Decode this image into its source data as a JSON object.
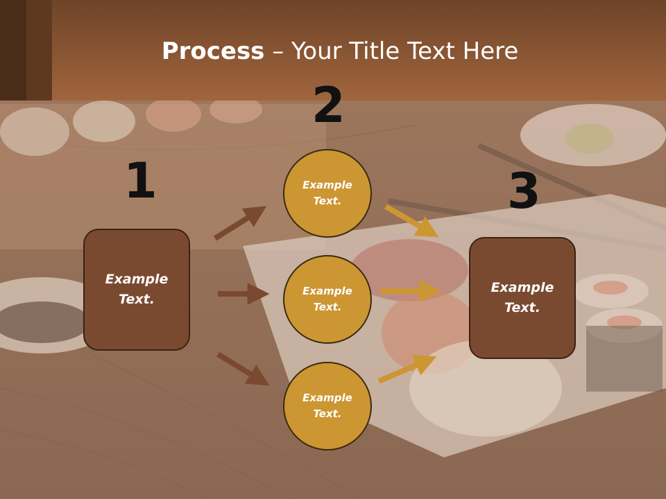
{
  "title": {
    "bold": "Process",
    "rest": " – Your Title Text Here"
  },
  "numbers": [
    "1",
    "2",
    "3"
  ],
  "left_box": {
    "text_line1": "Example",
    "text_line2": "Text."
  },
  "right_box": {
    "text_line1": "Example",
    "text_line2": "Text."
  },
  "circles": [
    {
      "line1": "Example",
      "line2": "Text."
    },
    {
      "line1": "Example",
      "line2": "Text."
    },
    {
      "line1": "Example",
      "line2": "Text."
    }
  ],
  "colors": {
    "header": "#8a5634",
    "box": "#7a4a30",
    "circle": "#cc9632",
    "arrow_left": "#7a4a30",
    "arrow_right": "#cc9632"
  }
}
